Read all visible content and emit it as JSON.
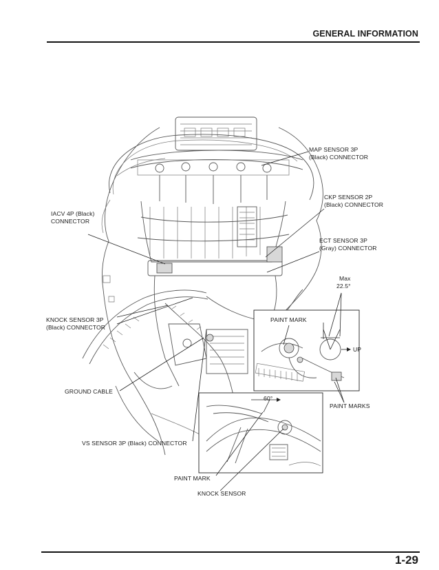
{
  "header": {
    "section_title": "GENERAL INFORMATION"
  },
  "footer": {
    "page_number": "1-29"
  },
  "callouts": {
    "map_sensor": [
      "MAP SENSOR 3P",
      "(Black) CONNECTOR"
    ],
    "ckp_sensor": [
      "CKP SENSOR 2P",
      "(Black) CONNECTOR"
    ],
    "iacv": [
      "IACV 4P (Black)",
      "CONNECTOR"
    ],
    "ect_sensor": [
      "ECT SENSOR 3P",
      "(Gray) CONNECTOR"
    ],
    "max_angle": [
      "Max",
      "22.5°"
    ],
    "knock_connector": [
      "KNOCK SENSOR 3P",
      "(Black) CONNECTOR"
    ],
    "paint_mark_upper": "PAINT MARK",
    "up": "UP",
    "ground_cable": "GROUND CABLE",
    "angle_60": "60°",
    "paint_marks": "PAINT MARKS",
    "vs_sensor": "VS SENSOR 3P (Black) CONNECTOR",
    "paint_mark_lower": "PAINT MARK",
    "knock_sensor": "KNOCK SENSOR"
  }
}
